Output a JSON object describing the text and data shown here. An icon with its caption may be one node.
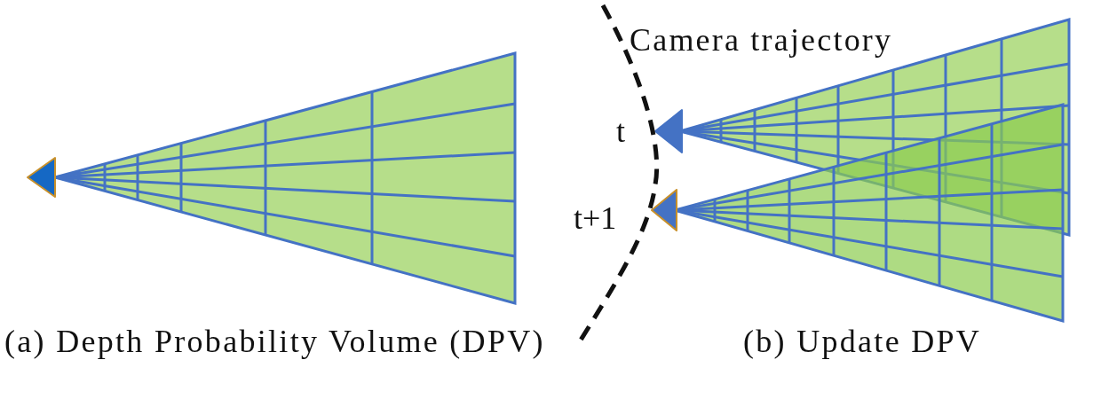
{
  "diagram": {
    "labels": [
      "Camera trajectory",
      "t",
      "t+1",
      "(a) Depth Probability Volume (DPV)",
      "(b) Update DPV"
    ]
  }
}
